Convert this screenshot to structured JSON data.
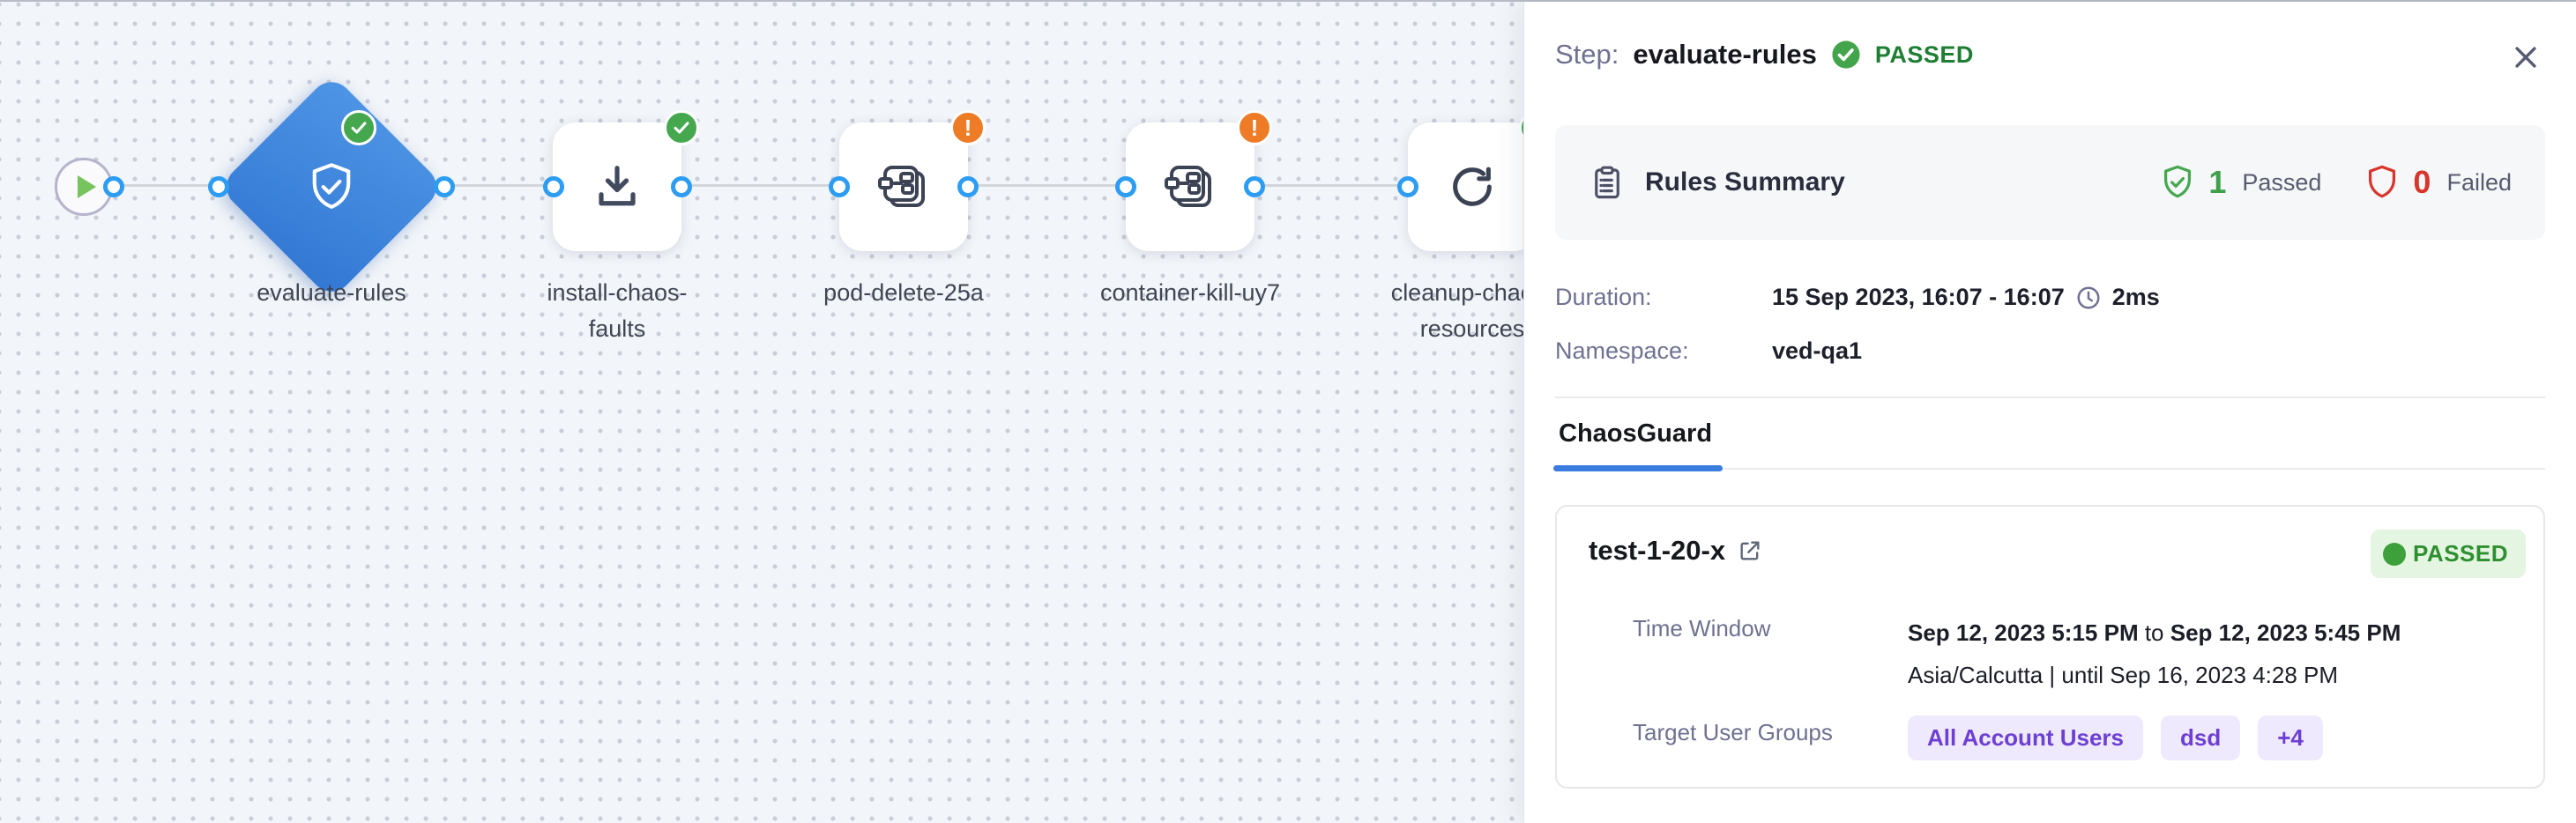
{
  "canvas": {
    "nodes": [
      {
        "id": "start",
        "type": "start"
      },
      {
        "id": "evaluate-rules",
        "label": "evaluate-rules",
        "status": "passed",
        "shape": "diamond",
        "icon": "shield-check"
      },
      {
        "id": "install-chaos-faults",
        "label": "install-chaos-faults",
        "status": "passed",
        "icon": "download"
      },
      {
        "id": "pod-delete-25a",
        "label": "pod-delete-25a",
        "status": "warning",
        "icon": "chaos-fault"
      },
      {
        "id": "container-kill-uy7",
        "label": "container-kill-uy7",
        "status": "warning",
        "icon": "chaos-fault"
      },
      {
        "id": "cleanup-chaos-resources",
        "label": "cleanup-chaos-resources",
        "status": "passed",
        "icon": "retry"
      }
    ],
    "warning_glyph": "!"
  },
  "panel": {
    "header": {
      "prefix": "Step:",
      "step_name": "evaluate-rules",
      "status": "PASSED"
    },
    "rules_summary": {
      "title": "Rules Summary",
      "passed_count": "1",
      "passed_label": "Passed",
      "failed_count": "0",
      "failed_label": "Failed"
    },
    "details": {
      "duration_label": "Duration:",
      "duration_value": "15 Sep 2023, 16:07 - 16:07",
      "duration_time": "2ms",
      "namespace_label": "Namespace:",
      "namespace_value": "ved-qa1"
    },
    "tabs": [
      {
        "label": "ChaosGuard",
        "active": true
      }
    ],
    "guard_card": {
      "name": "test-1-20-x",
      "status": "PASSED",
      "time_window_label": "Time Window",
      "time_start": "Sep 12, 2023 5:15 PM",
      "time_join": " to ",
      "time_end": "Sep 12, 2023 5:45 PM",
      "timezone_line": "Asia/Calcutta | until Sep 16, 2023 4:28 PM",
      "target_label": "Target User Groups",
      "target_groups": [
        "All Account Users",
        "dsd",
        "+4"
      ]
    }
  },
  "colors": {
    "accent_blue": "#2d9cf3",
    "node_blue": "#3c84dd",
    "success_green": "#45a84f",
    "warning_orange": "#ee7c26",
    "fail_red": "#d8352c",
    "purple": "#6d3fd3",
    "tab_underline": "#3b7cdf"
  }
}
